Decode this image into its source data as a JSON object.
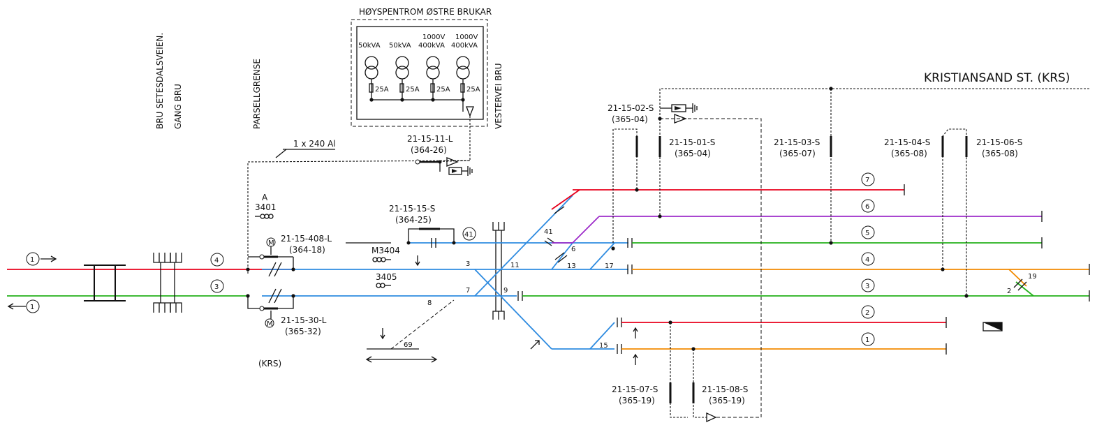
{
  "station": {
    "title": "KRISTIANSAND ST. (KRS)",
    "krs_label": "(KRS)",
    "substation_title": "HØYSPENTROM ØSTRE BRUKAR",
    "transformers": [
      {
        "rating_top": "",
        "rating": "50kVA",
        "fuse": "25A"
      },
      {
        "rating_top": "",
        "rating": "50kVA",
        "fuse": "25A"
      },
      {
        "rating_top": "1000V",
        "rating": "400kVA",
        "fuse": "25A"
      },
      {
        "rating_top": "1000V",
        "rating": "400kVA",
        "fuse": "25A"
      }
    ],
    "cable_label": "1 x 240 Al"
  },
  "structures": {
    "bridge_left_1": "BRU SETESDALSVEIEN.",
    "bridge_left_2": "GANG BRU",
    "parcel": "PARSELLGRENSE",
    "bridge_right": "VESTERVEI BRU"
  },
  "entries": {
    "track_in": "1",
    "track_out": "1"
  },
  "tracks": [
    "7",
    "6",
    "5",
    "4",
    "3",
    "2",
    "1"
  ],
  "left_track_circles": [
    "4",
    "3"
  ],
  "switch_labels": [
    "3",
    "7",
    "8",
    "9",
    "11",
    "41",
    "6",
    "13",
    "17",
    "15",
    "19",
    "2",
    "69"
  ],
  "circle_41": "41",
  "disconnectors": [
    {
      "id": "21-15-11-L",
      "ref": "(364-26)"
    },
    {
      "id": "21-15-02-S",
      "ref": "(365-04)"
    },
    {
      "id": "21-15-01-S",
      "ref": "(365-04)"
    },
    {
      "id": "21-15-03-S",
      "ref": "(365-07)"
    },
    {
      "id": "21-15-04-S",
      "ref": "(365-08)"
    },
    {
      "id": "21-15-06-S",
      "ref": "(365-08)"
    },
    {
      "id": "21-15-15-S",
      "ref": "(364-25)"
    },
    {
      "id": "21-15-408-L",
      "ref": "(364-18)"
    },
    {
      "id": "21-15-30-L",
      "ref": "(365-32)"
    },
    {
      "id": "21-15-07-S",
      "ref": "(365-19)"
    },
    {
      "id": "21-15-08-S",
      "ref": "(365-19)"
    }
  ],
  "signals": {
    "a_label": "A",
    "s3401": "3401",
    "m3404": "M3404",
    "s3405": "3405"
  },
  "motor_symbol": "M",
  "colors": {
    "red": "#e8001c",
    "green": "#22b01a",
    "blue": "#2e8be0",
    "orange": "#f28a00",
    "purple": "#9d2bc9"
  }
}
